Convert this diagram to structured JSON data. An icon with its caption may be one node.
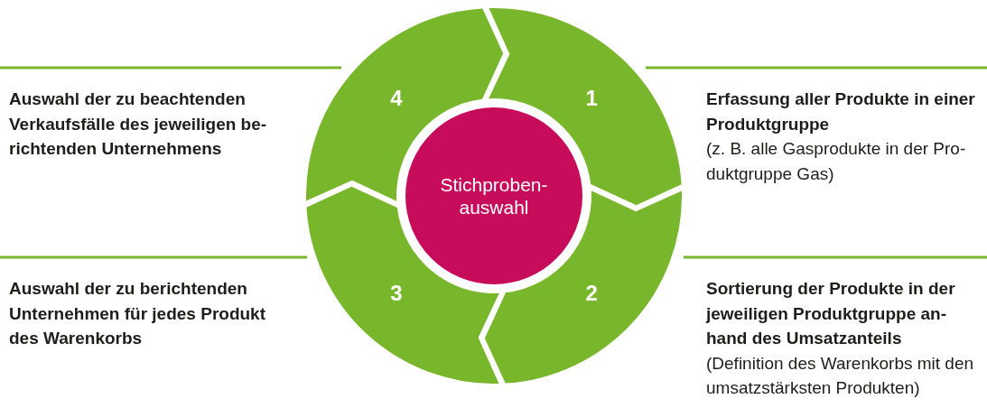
{
  "diagram": {
    "nodes": [
      {
        "text": [
          "Stichproben- auswahl"
        ]
      },
      {
        "text": [
          "1"
        ],
        "beside": [
          "Erfassung aller Produkte in einer Produktgruppe",
          "(z. B. alle Gasprodukte in der Pro- duktgruppe Gas)"
        ]
      },
      {
        "text": [
          "2"
        ],
        "beside": [
          "Sortierung der Produkte in der jeweiligen Produktgruppe an- hand des Umsatzanteils",
          "(Definition des Warenkorbs mit den umsatzstärksten Produkten)"
        ]
      },
      {
        "text": [
          "3"
        ],
        "beside": [
          "Auswahl der zu berichtenden Unternehmen für jedes Produkt des Warenkorbs"
        ]
      },
      {
        "text": [
          "4"
        ],
        "beside": [
          "Auswahl der zu beachtenden Verkaufsfälle des jeweiligen be- richtenden Unternehmens"
        ]
      }
    ]
  }
}
